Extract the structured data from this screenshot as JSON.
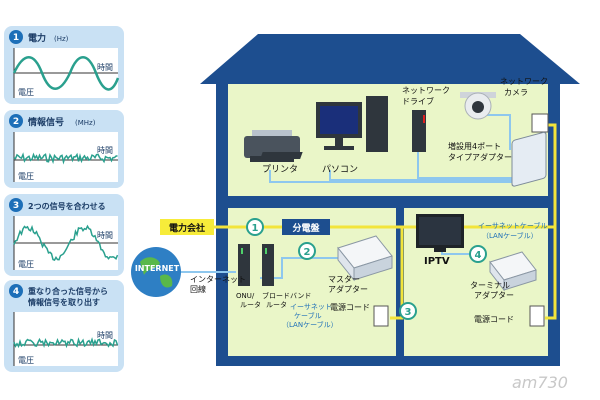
{
  "panels": [
    {
      "num": "1",
      "title": "電力",
      "unit": "(Hz)",
      "x_label": "時間",
      "y_label": "電圧"
    },
    {
      "num": "2",
      "title": "情報信号",
      "unit": "(MHz)",
      "x_label": "時間",
      "y_label": "電圧"
    },
    {
      "num": "3",
      "title": "2つの信号を合わせる",
      "unit": "",
      "x_label": "時間",
      "y_label": "電圧"
    },
    {
      "num": "4",
      "title_line1": "重なり合った信号から",
      "title_line2": "情報信号を取り出す",
      "x_label": "時間",
      "y_label": "電圧"
    }
  ],
  "house": {
    "devices": {
      "printer": "プリンタ",
      "pc": "パソコン",
      "nas_line1": "ネットワーク",
      "nas_line2": "ドライブ",
      "camera_line1": "ネットワーク",
      "camera_line2": "カメラ",
      "adapter4_line1": "増設用4ポート",
      "adapter4_line2": "タイプアダプター",
      "iptv": "IPTV",
      "terminal_line1": "ターミナル",
      "terminal_line2": "アダプター",
      "power_cord_right": "電源コード"
    },
    "ethernet_right_line1": "イーサネットケーブル",
    "ethernet_right_line2": "（LANケーブル）",
    "power_company": "電力会社",
    "breaker": "分電盤",
    "internet_line_line1": "インターネット",
    "internet_line_line2": "回線",
    "onu_line1": "ONU/",
    "onu_line2": "ルータ",
    "broadband_line1": "ブロードバンド",
    "broadband_line2": "ルータ",
    "master_line1": "マスター",
    "master_line2": "アダプター",
    "ethernet_left_line1": "イーサネット",
    "ethernet_left_line2": "ケーブル",
    "ethernet_left_line3": "（LANケーブル）",
    "power_cord_left": "電源コード",
    "internet": "INTERNET",
    "markers": [
      "1",
      "2",
      "3",
      "4"
    ]
  },
  "watermark": "am730",
  "colors": {
    "house": "#1d4e8f",
    "room": "#eaf6c8",
    "panel_bg": "#c9e1f4",
    "wave": "#2aa08e",
    "ethernet": "#8ec7ee",
    "power_line": "#f2e43a"
  }
}
